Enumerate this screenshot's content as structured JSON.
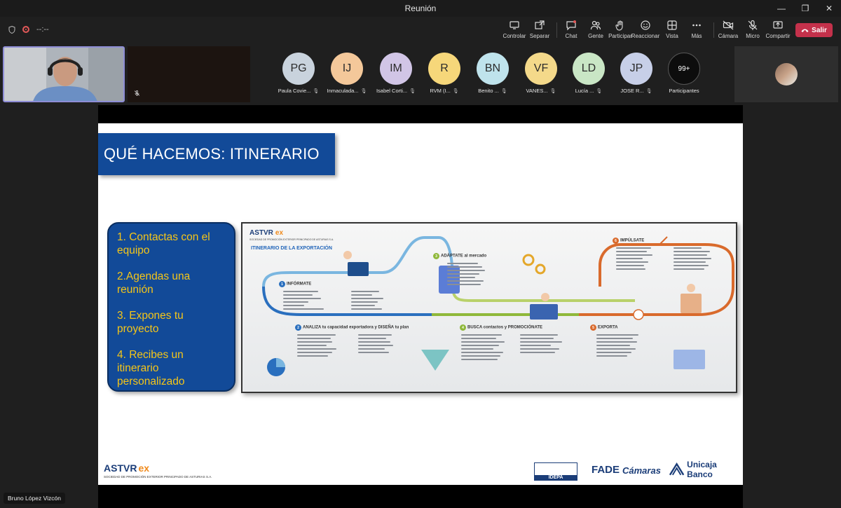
{
  "window": {
    "title": "Reunión"
  },
  "toolbar": {
    "timer": "--:--",
    "buttons": [
      {
        "label": "Controlar",
        "icon": "control-icon"
      },
      {
        "label": "Separar",
        "icon": "popout-icon"
      },
      {
        "label": "Chat",
        "icon": "chat-icon"
      },
      {
        "label": "Gente",
        "icon": "people-icon"
      },
      {
        "label": "Participar",
        "icon": "raise-hand-icon"
      },
      {
        "label": "Reaccionar",
        "icon": "smiley-icon"
      },
      {
        "label": "Vista",
        "icon": "grid-icon"
      },
      {
        "label": "Más",
        "icon": "more-icon"
      },
      {
        "label": "Cámara",
        "icon": "camera-off-icon"
      },
      {
        "label": "Micro",
        "icon": "mic-off-icon"
      },
      {
        "label": "Compartir",
        "icon": "share-icon"
      }
    ],
    "leave_label": "Salir"
  },
  "participants": [
    {
      "initials": "PG",
      "name": "Paula Covie...",
      "color": "#c9d3dd"
    },
    {
      "initials": "IJ",
      "name": "Inmaculada...",
      "color": "#f4c89a"
    },
    {
      "initials": "IM",
      "name": "Isabel Corti...",
      "color": "#d1c5e6"
    },
    {
      "initials": "R",
      "name": "RVM (I...",
      "color": "#f6d77a"
    },
    {
      "initials": "BN",
      "name": "Benito ...",
      "color": "#bfe3ec"
    },
    {
      "initials": "VF",
      "name": "VANES...",
      "color": "#f4d98a"
    },
    {
      "initials": "LD",
      "name": "Lucía ...",
      "color": "#c9e6c5"
    },
    {
      "initials": "JP",
      "name": "JOSE R...",
      "color": "#c7cfe8"
    }
  ],
  "participants_more": {
    "count": "99+",
    "label": "Participantes"
  },
  "slide": {
    "title": "QUÉ HACEMOS: ITINERARIO",
    "steps": [
      "1. Contactas con el equipo",
      "2.Agendas una reunión",
      "3. Expones tu proyecto",
      "4. Recibes un itinerario personalizado"
    ],
    "infographic": {
      "logo": "ASTVR",
      "logo_ex": "ex",
      "subtitle": "SOCIEDAD DE PROMOCIÓN EXTERIOR PRINCIPADO DE ASTURIAS S.A.",
      "heading": "ITINERARIO DE LA EXPORTACIÓN",
      "stages": [
        {
          "num": "1",
          "label": "INFÓRMATE",
          "color": "#2a6fbe"
        },
        {
          "num": "2",
          "label": "ANALIZA tu capacidad exportadora y DISEÑA tu plan",
          "color": "#2a6fbe"
        },
        {
          "num": "3",
          "label": "ADÁPTATE al mercado",
          "color": "#8fb83a"
        },
        {
          "num": "4",
          "label": "BUSCA contactos y PROMOCIÓNATE",
          "color": "#8fb83a"
        },
        {
          "num": "5",
          "label": "EXPORTA",
          "color": "#d96a2c"
        },
        {
          "num": "6",
          "label": "IMPÚLSATE",
          "color": "#d96a2c"
        }
      ]
    },
    "footer": {
      "logo": "ASTVR",
      "logo_ex": "ex",
      "subtitle": "SOCIEDAD DE PROMOCIÓN EXTERIOR PRINCIPADO DE ASTURIAS S.A.",
      "sponsors": [
        "IDEPA",
        "FADE",
        "Cámaras",
        "Unicaja Banco"
      ]
    }
  },
  "presenter": {
    "name": "Bruno López Vizcón"
  },
  "colors": {
    "accent": "#124a98",
    "step_text": "#f5c518",
    "leave": "#c4314b"
  }
}
